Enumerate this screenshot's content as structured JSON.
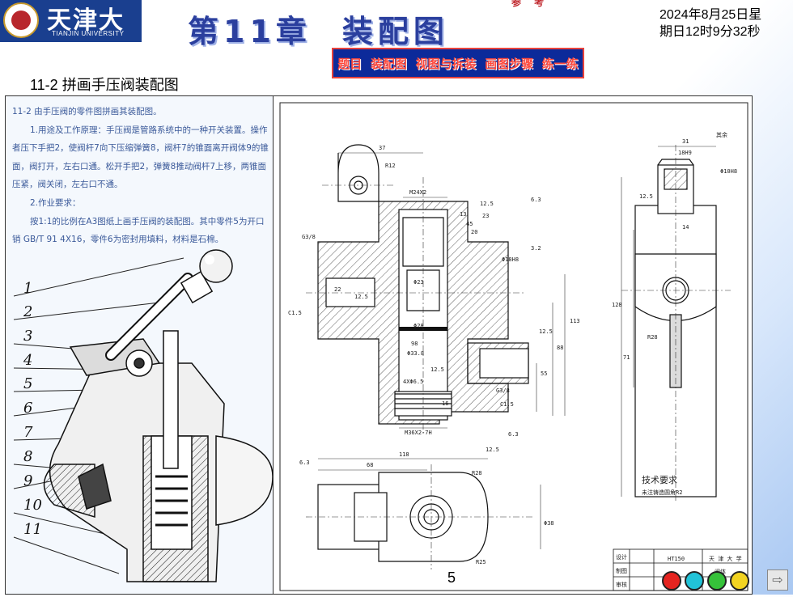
{
  "logo": {
    "cn": "天津大学",
    "en": "TIANJIN UNIVERSITY"
  },
  "chapter": {
    "part1": "第11章",
    "part2": "装配图",
    "small": "参 考"
  },
  "datetime": {
    "line1": "2024年8月25日星",
    "line2": "期日12时9分32秒"
  },
  "nav": {
    "items": [
      "题目",
      "装配图",
      "视图与拆装",
      "画图步骤",
      "练一练"
    ]
  },
  "subtitle": "11-2 拼画手压阀装配图",
  "task": {
    "title": "11-2  由手压阀的零件图拼画其装配图。",
    "p1": "1.用途及工作原理：手压阀是管路系统中的一种开关装置。操作者压下手把2，使阀杆7向下压缩弹簧8，阀杆7的锥面离开阀体9的锥面，阀打开，左右口通。松开手把2，弹簧8推动阀杆7上移，两锥面压紧，阀关闭，左右口不通。",
    "p2": "2.作业要求：",
    "p3": "按1:1的比例在A3图纸上画手压阀的装配图。其中零件5为开口销 GB/T 91 4X16，零件6为密封用填料，材料是石棉。"
  },
  "parts": [
    "1",
    "2",
    "3",
    "4",
    "5",
    "6",
    "7",
    "8",
    "9",
    "10",
    "11"
  ],
  "drawing": {
    "dims": [
      "37",
      "R12",
      "M24X2",
      "12.5",
      "6.3",
      "G3/8",
      "Φ23",
      "12.5",
      "Φ18H8",
      "3.2",
      "113",
      "88",
      "55",
      "12.5",
      "Φ28",
      "Φ33.8",
      "98",
      "12.5",
      "C1.5",
      "4XΦ6.5",
      "G3/8",
      "C1.5",
      "M36X2-7H",
      "22",
      "16",
      "45",
      "20",
      "13",
      "23",
      "12.5",
      "6.3"
    ],
    "side_dims": [
      "31",
      "18H9",
      "Φ10H8",
      "12.5",
      "14",
      "128",
      "71",
      "R28",
      "其余"
    ],
    "plan_dims": [
      "118",
      "68",
      "R28",
      "R25",
      "Φ38",
      "6.3"
    ],
    "requirements_title": "技术要求",
    "requirements_text": "未注铸造圆角R2",
    "material": "HT150",
    "school": "天 津 大 学",
    "part_name": "阀体",
    "tb_labels": [
      "设计",
      "制图",
      "审核"
    ]
  },
  "page_number": "5",
  "nav_dots": {
    "colors": [
      "#e52420",
      "#21c3d8",
      "#36c23a",
      "#f2d321"
    ]
  },
  "next_arrow": "⇨"
}
